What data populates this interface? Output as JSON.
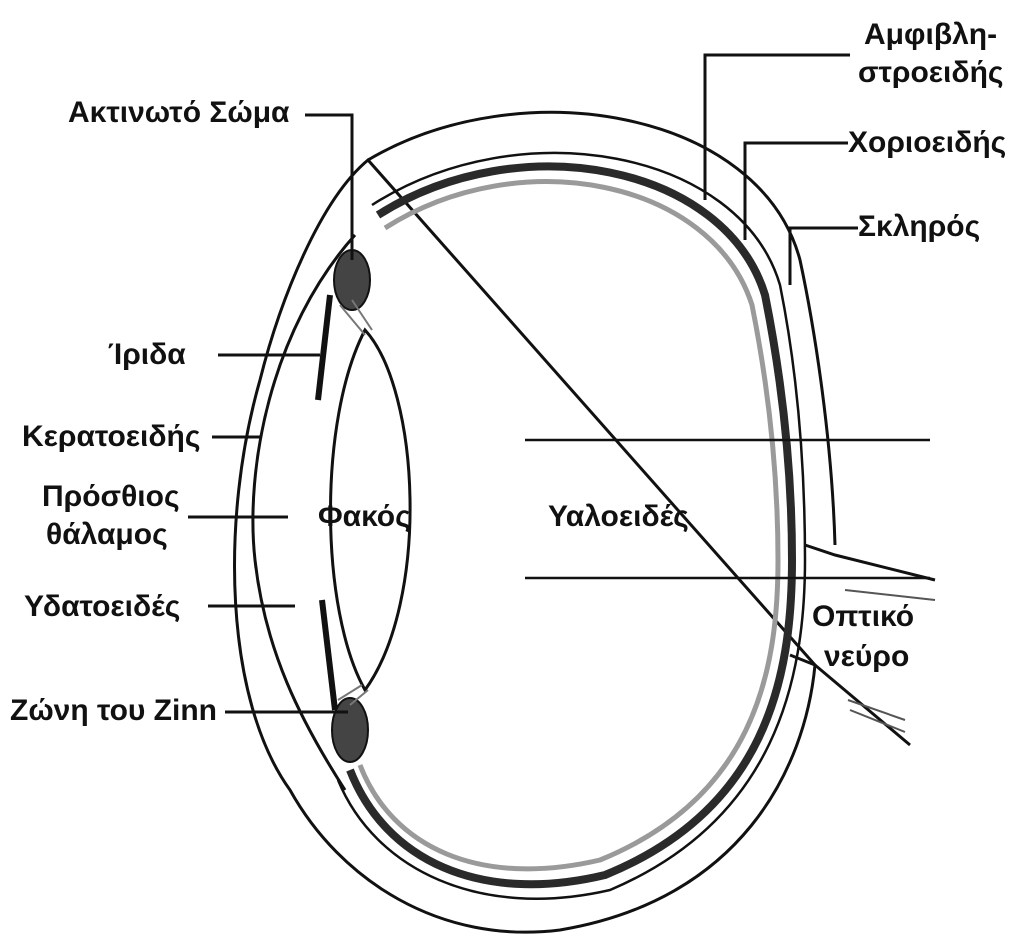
{
  "labels": {
    "ciliary_body": "Ακτινωτό Σώμα",
    "retina_line1": "Αμφιβλη-",
    "retina_line2": "στροειδής",
    "choroid": "Χοριοειδής",
    "sclera": "Σκληρός",
    "iris": "Ίριδα",
    "cornea": "Κερατοειδής",
    "anterior_chamber_line1": "Πρόσθιος",
    "anterior_chamber_line2": "θάλαμος",
    "lens": "Φακός",
    "vitreous": "Υαλοειδές",
    "aqueous": "Υδατοειδές",
    "optic_nerve_line1": "Οπτικό",
    "optic_nerve_line2": "νεύρο",
    "zonule": "Ζώνη του Zinn"
  },
  "colors": {
    "line": "#111111",
    "choroid_fill": "#2a2a2a",
    "retina_shade": "#9a9a9a",
    "background": "#ffffff"
  }
}
